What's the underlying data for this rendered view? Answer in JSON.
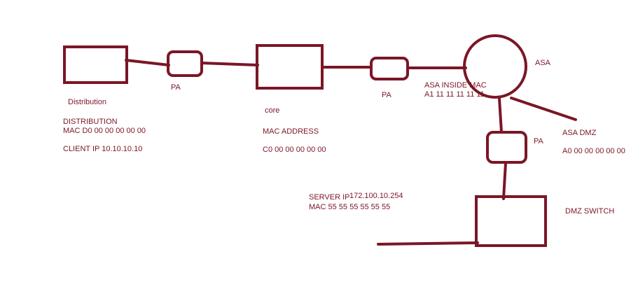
{
  "colors": {
    "ink": "#7b1626",
    "background": "#ffffff"
  },
  "labels": {
    "distribution_caption": "Distribution",
    "pa_left": "PA",
    "core_caption": "core",
    "pa_middle": "PA",
    "asa_inside_title": "ASA INSIDE MAC",
    "asa_inside_mac": "A1 11 11 11 11 11",
    "asa": "ASA",
    "asa_dmz_title": "ASA DMZ",
    "asa_dmz_mac": "A0 00 00 00 00 00",
    "pa_right": "PA",
    "distribution_title": "DISTRIBUTION",
    "distribution_mac": "MAC D0 00 00 00 00 00",
    "client_ip": "CLIENT IP 10.10.10.10",
    "core_mac_title": "MAC ADDRESS",
    "core_mac": "C0 00 00 00 00 00",
    "server_ip_label": "SERVER IP",
    "server_ip": "172.100.10.254",
    "server_mac": "MAC 55 55 55 55 55 55",
    "dmz_switch": "DMZ SWITCH"
  }
}
